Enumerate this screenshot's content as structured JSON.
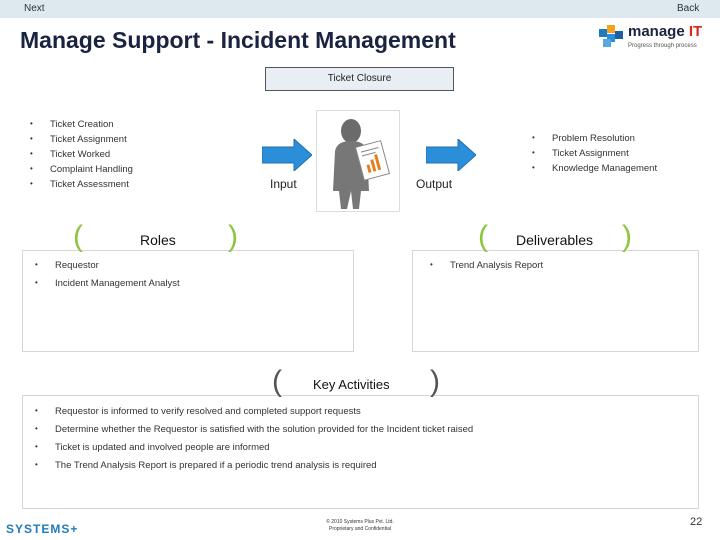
{
  "nav": {
    "next": "Next",
    "back": "Back"
  },
  "title": "Manage Support - Incident Management",
  "logo": {
    "brand_prefix": "manage ",
    "brand_suffix": "IT",
    "tagline": "Progress through process"
  },
  "ticket_closure": "Ticket Closure",
  "inputs": [
    "Ticket Creation",
    "Ticket Assignment",
    "Ticket Worked",
    "Complaint Handling",
    "Ticket Assessment"
  ],
  "input_label": "Input",
  "outputs": [
    "Problem Resolution",
    "Ticket Assignment",
    "Knowledge Management"
  ],
  "output_label": "Output",
  "roles": {
    "title": "Roles",
    "items": [
      "Requestor",
      "Incident Management Analyst"
    ]
  },
  "deliverables": {
    "title": "Deliverables",
    "items": [
      "Trend Analysis Report"
    ]
  },
  "key_activities": {
    "title": "Key Activities",
    "items": [
      "Requestor is informed to verify resolved and completed support requests",
      "Determine whether the Requestor is satisfied  with the solution provided for the Incident ticket raised",
      "Ticket is updated and involved people are  informed",
      "The Trend Analysis Report is prepared if a periodic trend analysis is required"
    ]
  },
  "footer": {
    "line1": "© 2010 Systems Plus Pvt. Ltd.",
    "line2": "Proprietary and Confidential"
  },
  "page_number": "22",
  "company": "SYSTEMS+",
  "colors": {
    "arrow_fill": "#2a8fd8",
    "bracket": "#8cc63f",
    "brand_red": "#e1251b"
  }
}
